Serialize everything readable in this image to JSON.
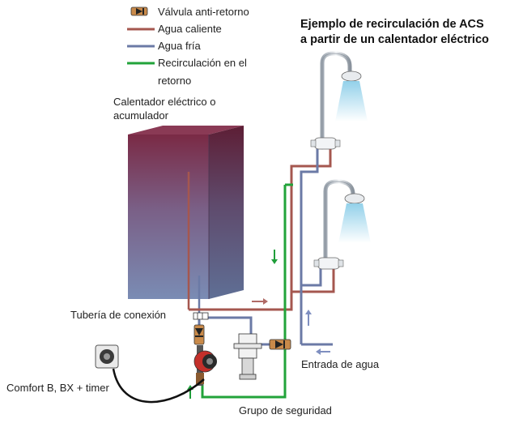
{
  "title": {
    "line1": "Ejemplo de recirculación de ACS",
    "line2": "a partir de un calentador eléctrico"
  },
  "legend": {
    "check_valve": "Válvula anti-retorno",
    "hot_water": "Agua caliente",
    "cold_water": "Agua fría",
    "recirc_line1": "Recirculación en el",
    "recirc_line2": "retorno"
  },
  "labels": {
    "heater_line1": "Calentador eléctrico o",
    "heater_line2": "acumulador",
    "connection_pipe": "Tubería de conexión",
    "water_inlet": "Entrada de agua",
    "pump_timer": "Comfort B, BX + timer",
    "safety_group": "Grupo de seguridad"
  },
  "colors": {
    "hot": "#a5574f",
    "cold": "#6b7aa6",
    "recirc": "#22a33a",
    "arrow_hot": "#b06a66",
    "arrow_cold": "#7f8fc0",
    "arrow_recirc": "#1f9e3a"
  }
}
